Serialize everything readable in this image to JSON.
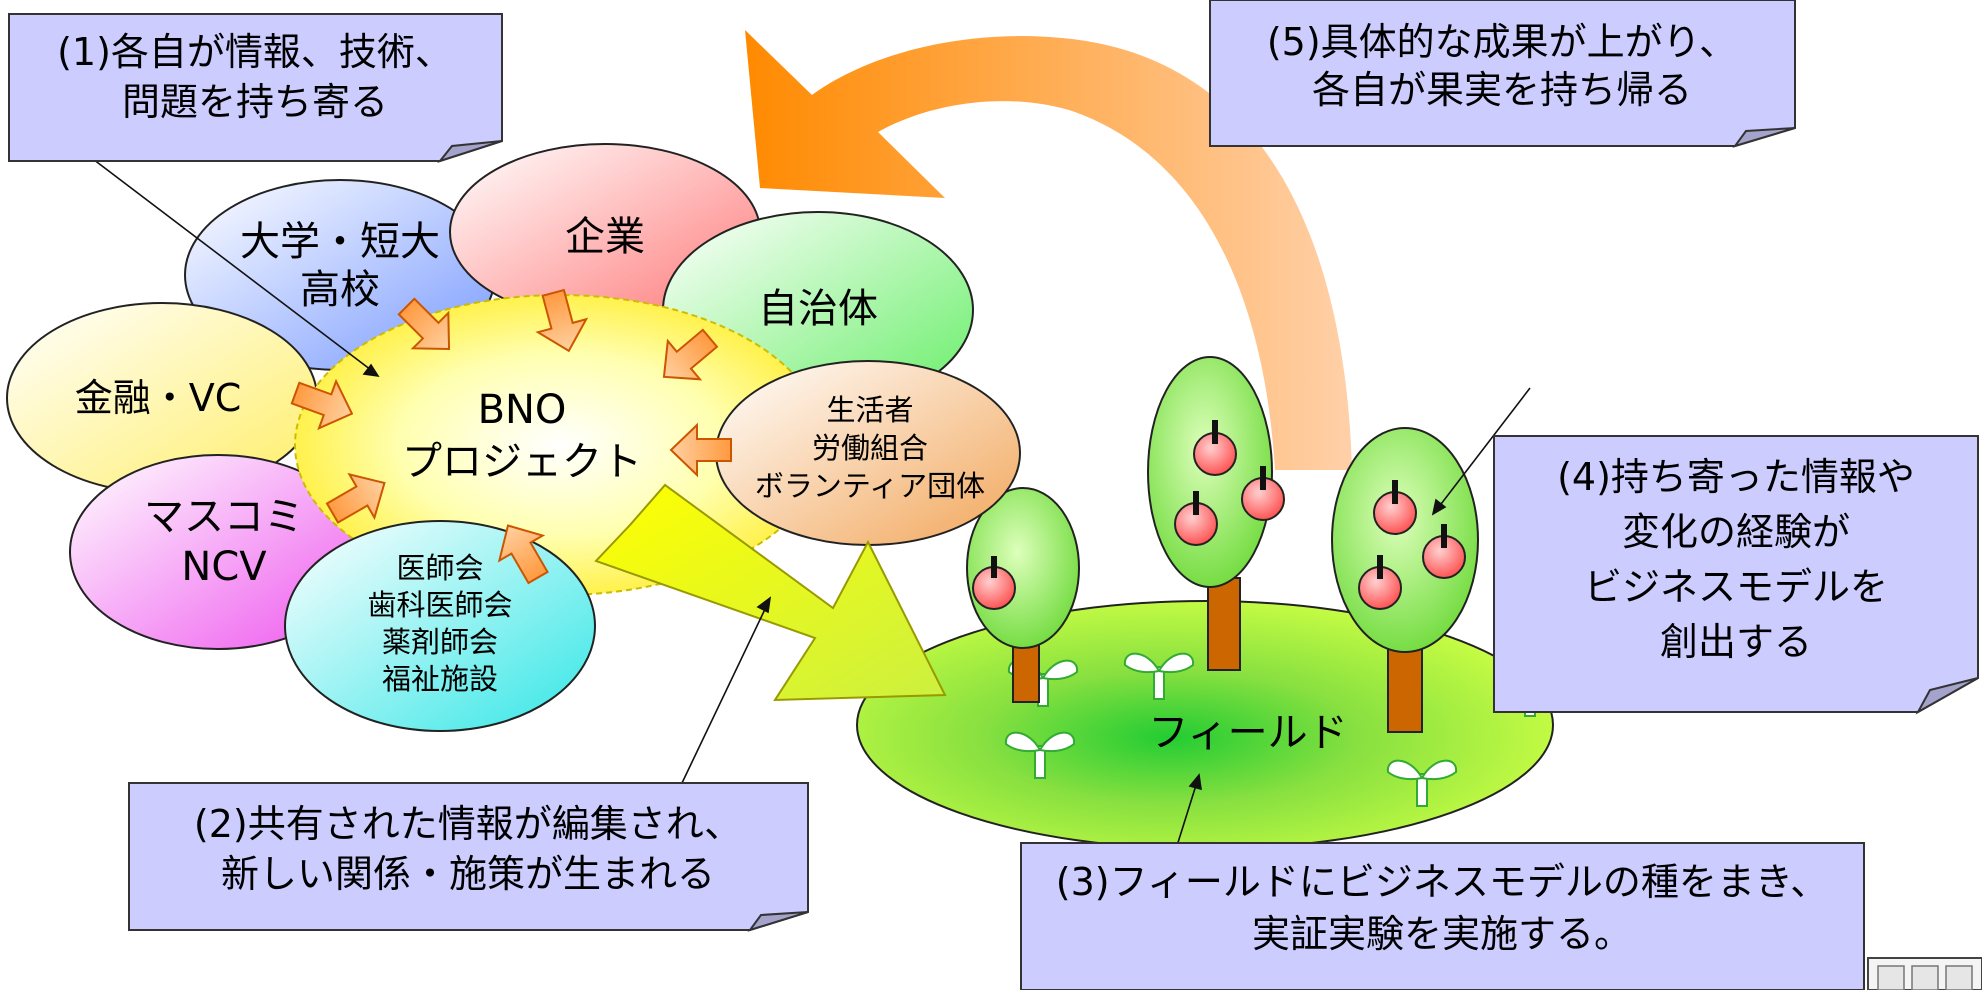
{
  "notes": {
    "step1": [
      "(1)各自が情報、技術、",
      "問題を持ち寄る"
    ],
    "step2": [
      "(2)共有された情報が編集され、",
      "新しい関係・施策が生まれる"
    ],
    "step3": [
      "(3)フィールドにビジネスモデルの種をまき、",
      "実証実験を実施する。"
    ],
    "step4": [
      "(4)持ち寄った情報や",
      "変化の経験が",
      "ビジネスモデルを",
      "創出する"
    ],
    "step5": [
      "(5)具体的な成果が上がり、",
      "各自が果実を持ち帰る"
    ]
  },
  "participants": {
    "university": [
      "大学・短大",
      "高校"
    ],
    "company": [
      "企業"
    ],
    "municipality": [
      "自治体"
    ],
    "finance": [
      "金融・VC"
    ],
    "media": [
      "マスコミ",
      "NCV"
    ],
    "citizens": [
      "生活者",
      "労働組合",
      "ボランティア団体"
    ],
    "medical": [
      "医師会",
      "歯科医師会",
      "薬剤師会",
      "福祉施設"
    ]
  },
  "center": [
    "BNO",
    "プロジェクト"
  ],
  "field_label": "フィールド",
  "colors": {
    "note_fill": "#ccccff",
    "field_green": "#bdf03a",
    "tree_green": "#99ee66",
    "trunk": "#cc6600",
    "apple": "#ff7070",
    "arrow_orange": "#ff9922",
    "arrow_yellow": "#ffff33"
  }
}
